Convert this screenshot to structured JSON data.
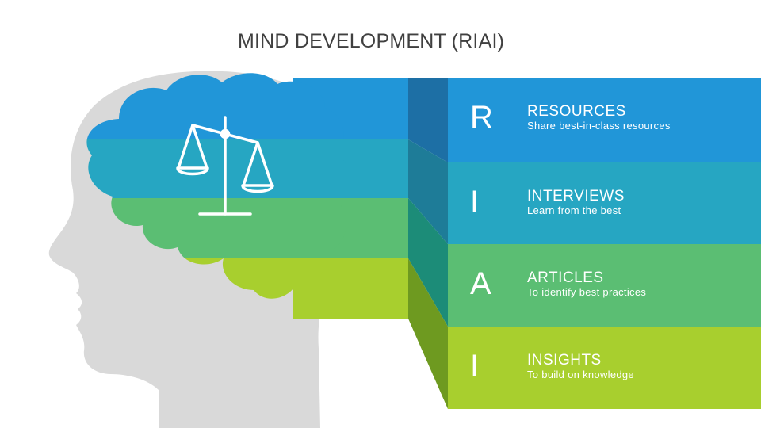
{
  "slide": {
    "title": "MIND DEVELOPMENT (RIAI)"
  },
  "colors": {
    "blue": "#2196d8",
    "teal": "#26a6c2",
    "green": "#5bbe73",
    "lime": "#a8cf2e",
    "head": "#d9d9d9",
    "text": "#404040"
  },
  "icon": "scales-of-justice-icon",
  "items": [
    {
      "letter": "R",
      "heading": "RESOURCES",
      "description": "Share best-in-class resources",
      "color": "#2196d8"
    },
    {
      "letter": "I",
      "heading": "INTERVIEWS",
      "description": "Learn from the best",
      "color": "#26a6c2"
    },
    {
      "letter": "A",
      "heading": "ARTICLES",
      "description": "To identify best practices",
      "color": "#5bbe73"
    },
    {
      "letter": "I",
      "heading": "INSIGHTS",
      "description": "To build on knowledge",
      "color": "#a8cf2e"
    }
  ]
}
